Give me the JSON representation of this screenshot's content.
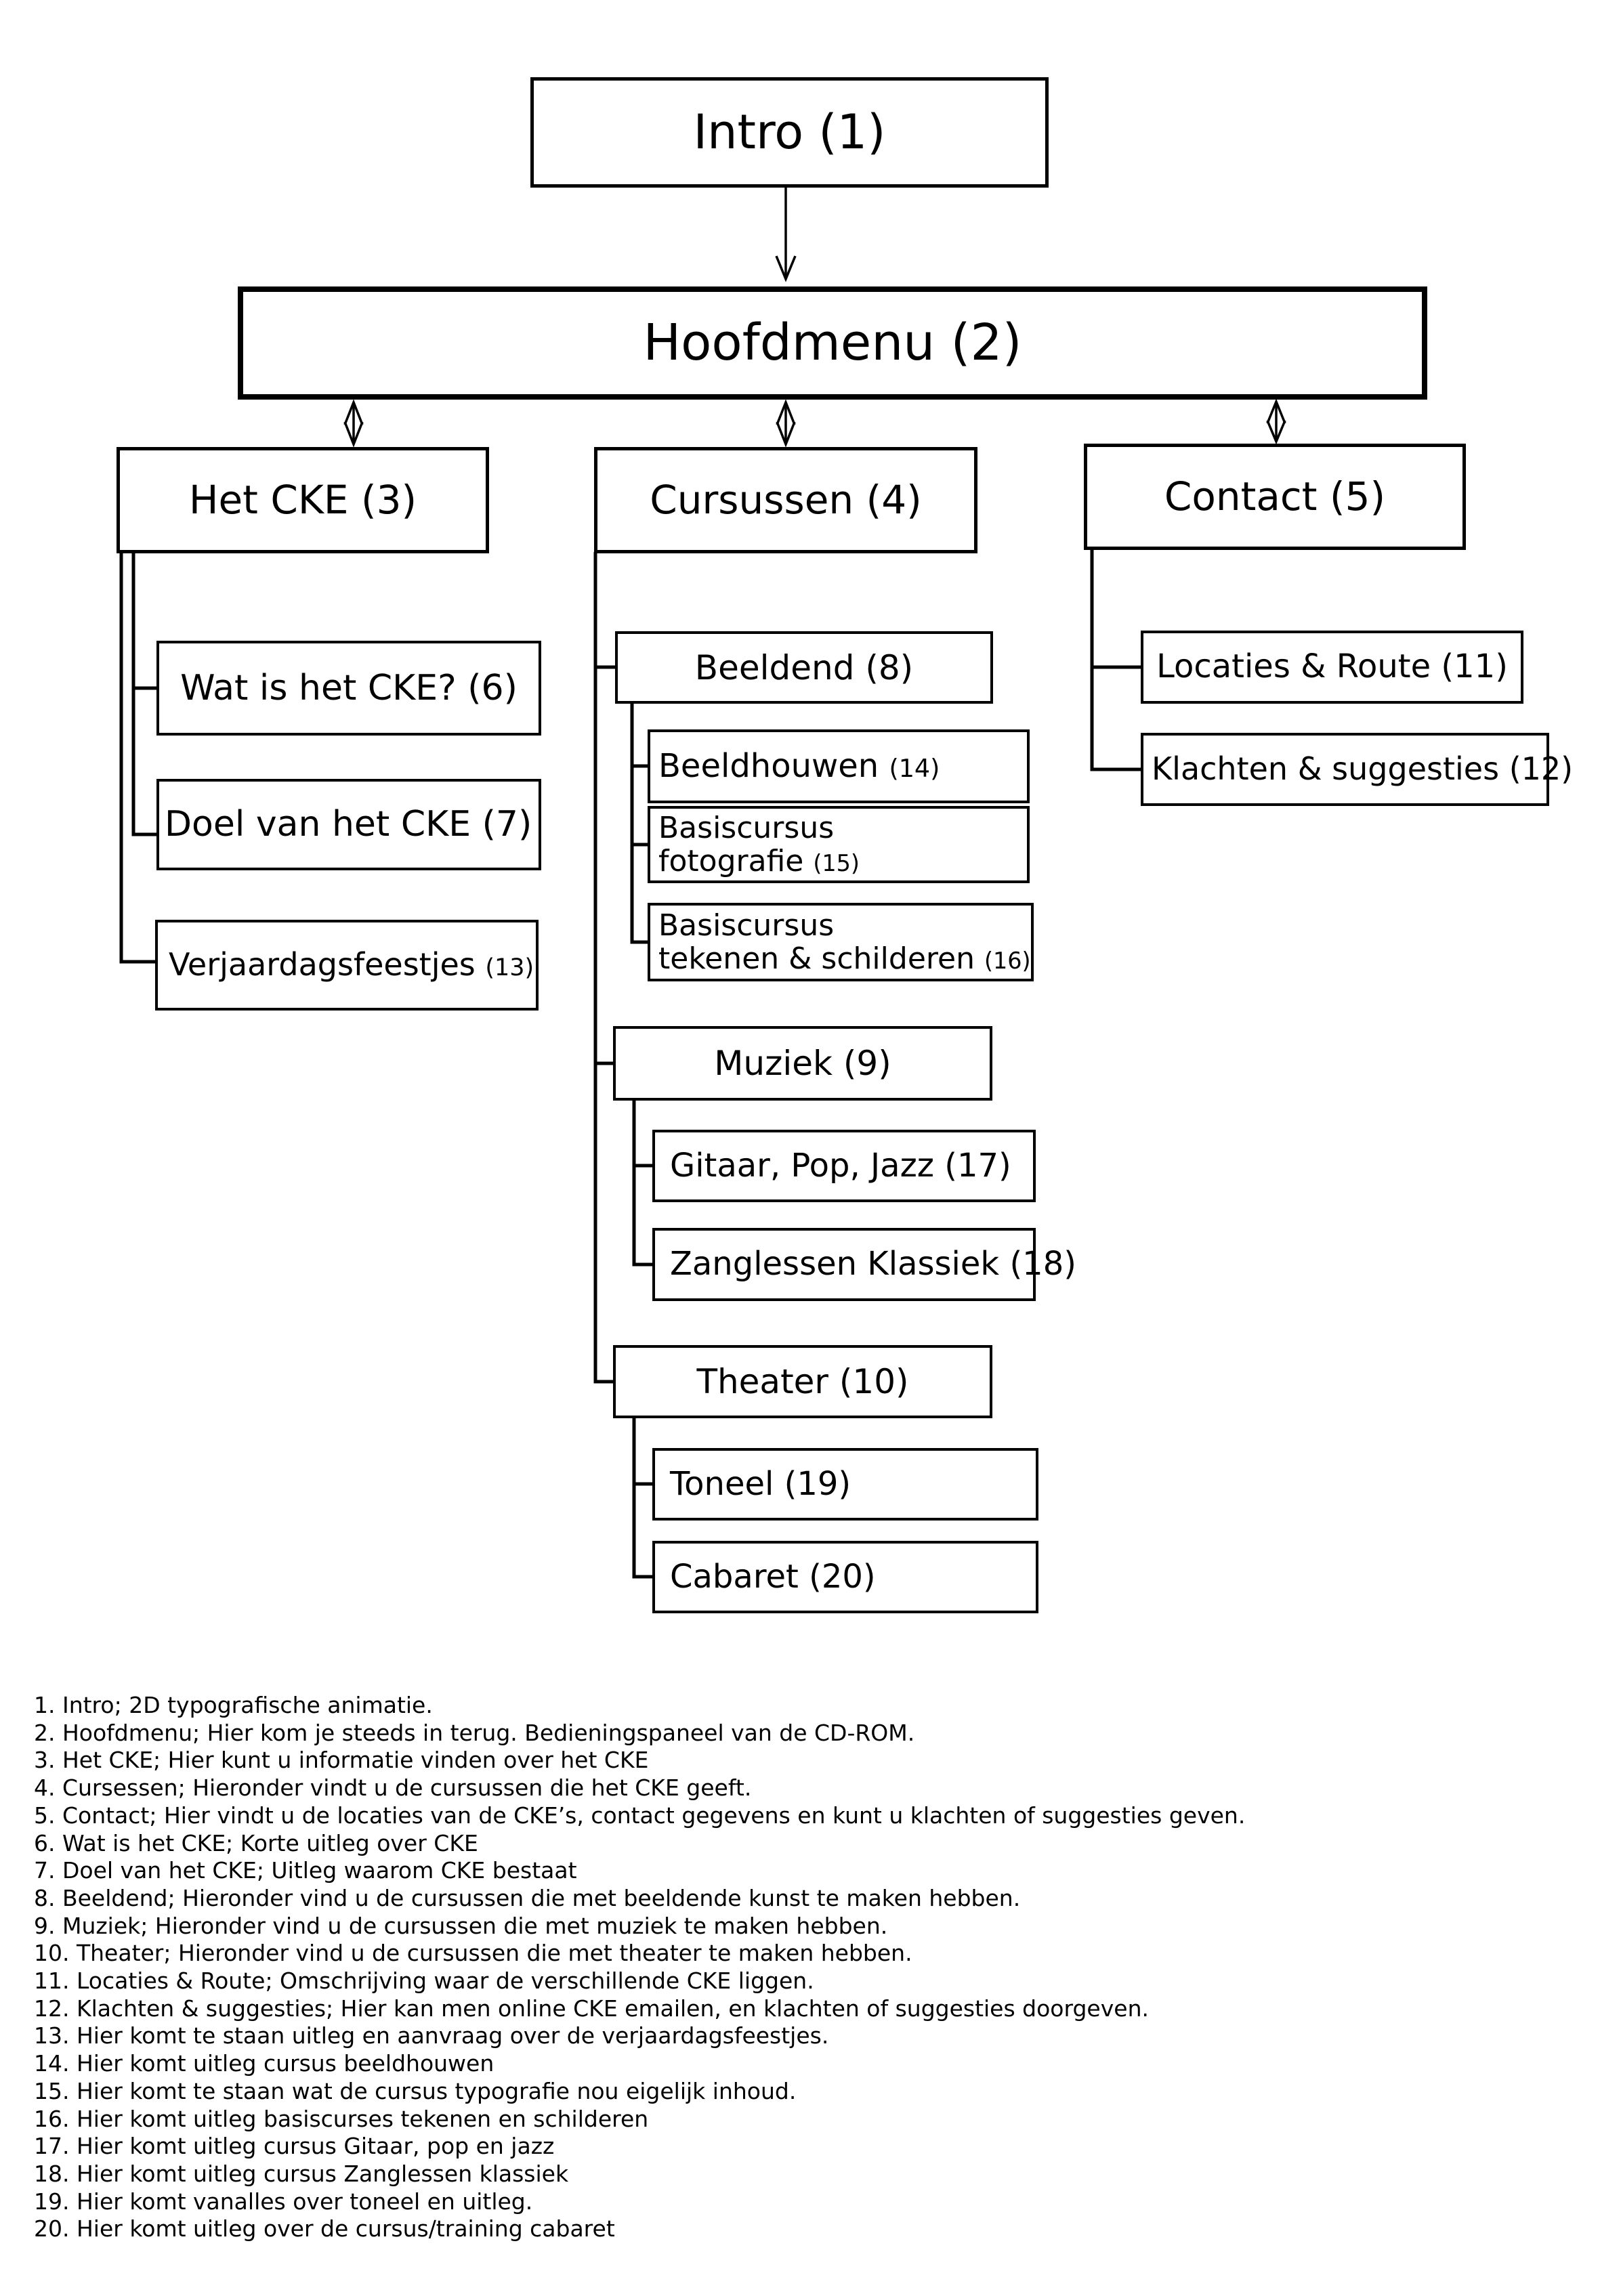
{
  "diagram_title": "CD-ROM sitemap / menustructuur CKE",
  "nodes": {
    "n1": {
      "text": "Intro",
      "num": "(1)"
    },
    "n2": {
      "text": "Hoofdmenu",
      "num": "(2)"
    },
    "n3": {
      "text": "Het CKE",
      "num": "(3)"
    },
    "n4": {
      "text": "Cursussen",
      "num": "(4)"
    },
    "n5": {
      "text": "Contact",
      "num": "(5)"
    },
    "n6": {
      "text": "Wat is het CKE?",
      "num": "(6)"
    },
    "n7": {
      "text": "Doel van het CKE",
      "num": "(7)"
    },
    "n8": {
      "text": "Beeldend",
      "num": "(8)"
    },
    "n9": {
      "text": "Muziek",
      "num": "(9)"
    },
    "n10": {
      "text": "Theater",
      "num": "(10)"
    },
    "n11": {
      "text": "Locaties & Route",
      "num": "(11)"
    },
    "n12": {
      "text": "Klachten & suggesties",
      "num": "(12)"
    },
    "n13": {
      "text": "Verjaardagsfeestjes",
      "num": "(13)"
    },
    "n14": {
      "text": "Beeldhouwen",
      "num": "(14)"
    },
    "n15": {
      "line1": "Basiscursus",
      "line2": "fotografie",
      "num": "(15)"
    },
    "n16": {
      "line1": "Basiscursus",
      "line2": "tekenen & schilderen",
      "num": "(16)"
    },
    "n17": {
      "text": "Gitaar, Pop, Jazz",
      "num": "(17)"
    },
    "n18": {
      "text": "Zanglessen Klassiek",
      "num": "(18)"
    },
    "n19": {
      "text": "Toneel",
      "num": "(19)"
    },
    "n20": {
      "text": "Cabaret",
      "num": "(20)"
    }
  },
  "legend": {
    "items": [
      "1. Intro; 2D typografische animatie.",
      "2. Hoofdmenu; Hier kom je steeds in terug. Bedieningspaneel van de CD-ROM.",
      "3. Het CKE; Hier kunt u informatie vinden over het CKE",
      "4. Cursessen; Hieronder vindt u de cursussen die het CKE geeft.",
      "5. Contact; Hier vindt u de locaties van de CKE’s, contact gegevens en kunt u klachten of suggesties geven.",
      "6. Wat is het CKE; Korte uitleg over CKE",
      "7. Doel van het CKE; Uitleg waarom CKE bestaat",
      "8. Beeldend; Hieronder vind u de cursussen die met beeldende kunst te maken hebben.",
      "9. Muziek; Hieronder vind u de cursussen die met muziek te maken hebben.",
      "10. Theater; Hieronder vind u de cursussen die met theater te maken hebben.",
      "11. Locaties & Route; Omschrijving waar de verschillende CKE liggen.",
      "12. Klachten & suggesties; Hier kan men online CKE emailen, en klachten of suggesties doorgeven.",
      "13. Hier komt te staan uitleg en aanvraag over de verjaardagsfeestjes.",
      "14. Hier komt uitleg cursus beeldhouwen",
      "15. Hier komt te staan wat de cursus typografie nou eigelijk inhoud.",
      "16. Hier komt uitleg basiscurses tekenen en schilderen",
      "17. Hier komt uitleg cursus Gitaar, pop en jazz",
      "18. Hier komt uitleg cursus  Zanglessen klassiek",
      "19. Hier komt vanalles over toneel en uitleg.",
      "20. Hier komt uitleg over de cursus/training cabaret"
    ]
  },
  "colors": {
    "line": "#000000",
    "background": "#ffffff",
    "text": "#000000"
  }
}
